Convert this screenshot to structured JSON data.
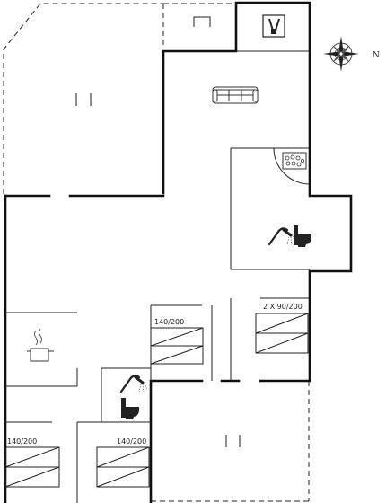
{
  "compass": {
    "north_label": "N",
    "icon": "compass-rose-icon"
  },
  "beds": [
    {
      "label": "140/200",
      "icon": "double-bed-icon"
    },
    {
      "label": "2 X 90/200",
      "icon": "twin-beds-icon"
    },
    {
      "label": "140/200",
      "icon": "double-bed-icon"
    },
    {
      "label": "140/200",
      "icon": "double-bed-icon"
    }
  ],
  "icons": {
    "sofa": "sofa-icon",
    "hot_tub": "whirlpool-icon",
    "shower": "shower-icon",
    "toilet": "toilet-icon",
    "kitchen": "cooking-pot-icon",
    "sauna": "sauna-icon"
  },
  "colors": {
    "wall": "#111111",
    "outline": "#222222",
    "furniture": "#333333"
  }
}
